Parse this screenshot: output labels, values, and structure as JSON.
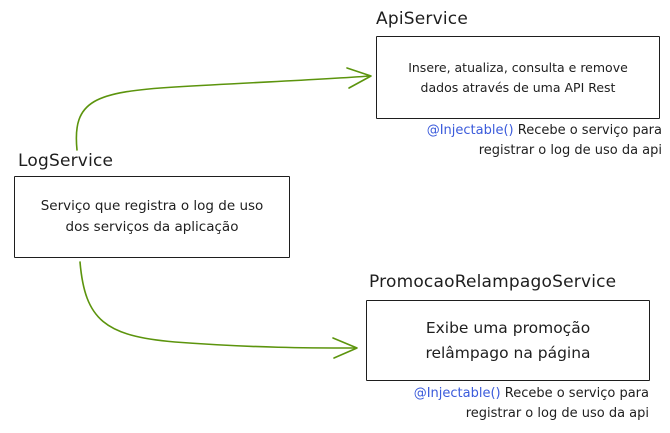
{
  "colors": {
    "arrow": "#5c940d",
    "stroke": "#1e1e1e",
    "decorator": "#3b5bdb"
  },
  "log_service": {
    "title": "LogService",
    "description_line1": "Serviço que registra o log de uso",
    "description_line2": "dos serviços da aplicação"
  },
  "api_service": {
    "title": "ApiService",
    "description_line1": "Insere, atualiza, consulta e remove",
    "description_line2": "dados através de uma API Rest",
    "note_decorator": "@Injectable()",
    "note_line1_rest": " Recebe o serviço para",
    "note_line2": "registrar o log de uso da api"
  },
  "promocao_service": {
    "title": "PromocaoRelampagoService",
    "description_line1": "Exibe uma promoção",
    "description_line2": "relâmpago na página",
    "note_decorator": "@Injectable()",
    "note_line1_rest": " Recebe o serviço para",
    "note_line2": "registrar o log de uso da api"
  }
}
